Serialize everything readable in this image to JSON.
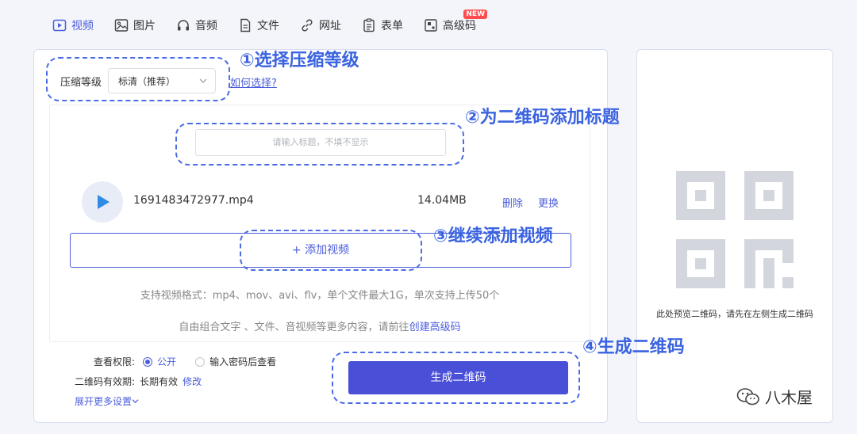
{
  "nav": {
    "items": [
      {
        "label": "视频",
        "icon": "play-square-icon",
        "active": true
      },
      {
        "label": "图片",
        "icon": "image-icon",
        "active": false
      },
      {
        "label": "音频",
        "icon": "headphones-icon",
        "active": false
      },
      {
        "label": "文件",
        "icon": "file-icon",
        "active": false
      },
      {
        "label": "网址",
        "icon": "link-icon",
        "active": false
      },
      {
        "label": "表单",
        "icon": "clipboard-icon",
        "active": false
      },
      {
        "label": "高级码",
        "icon": "qrcode-icon",
        "active": false,
        "badge": "NEW"
      }
    ]
  },
  "compress": {
    "label": "压缩等级",
    "selected": "标清（推荐）",
    "how_link": "如何选择?"
  },
  "title_input": {
    "placeholder": "请输入标题，不填不显示"
  },
  "file": {
    "name": "1691483472977.mp4",
    "size": "14.04MB",
    "delete": "删除",
    "replace": "更换"
  },
  "add_video": "+ 添加视频",
  "formats_text": "支持视频格式：mp4、mov、avi、flv，单个文件最大1G，单次支持上传50个",
  "combo": {
    "text": "自由组合文字 、文件、音视频等更多内容，请前往",
    "link": "创建高级码"
  },
  "permission": {
    "label": "查看权限:",
    "option_public": "公开",
    "option_password": "输入密码后查看"
  },
  "validity": {
    "label": "二维码有效期:",
    "value": "长期有效",
    "edit": "修改"
  },
  "expand": "展开更多设置",
  "generate_button": "生成二维码",
  "preview": {
    "tip": "此处预览二维码，请先在左侧生成二维码"
  },
  "annotations": {
    "a1": "①选择压缩等级",
    "a2": "②为二维码添加标题",
    "a3": "③继续添加视频",
    "a4": "④生成二维码"
  },
  "watermark": "八木屋",
  "colors": {
    "accent": "#4b5ddb",
    "button": "#4a4fd8",
    "annotation": "#3a63e0",
    "badge": "#ff4d4f"
  }
}
